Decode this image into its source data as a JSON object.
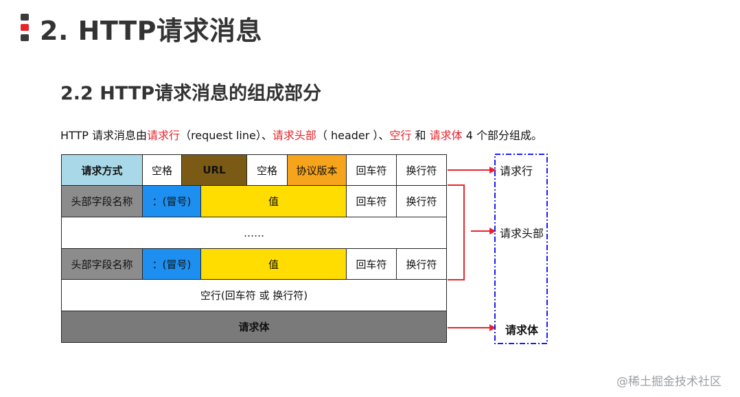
{
  "heading": "2. HTTP请求消息",
  "subheading": "2.2 HTTP请求消息的组成部分",
  "paragraph": {
    "p1": "HTTP 请求消息由",
    "r1": "请求行",
    "p2": "（request line）、",
    "r2": "请求头部",
    "p3": "（ header ）、",
    "r3": "空行",
    "p4": " 和 ",
    "r4": "请求体",
    "p5": " 4 个部分组成。"
  },
  "diagram": {
    "row1": {
      "method": "请求方式",
      "space1": "空格",
      "url": "URL",
      "space2": "空格",
      "version": "协议版本",
      "cr": "回车符",
      "lf": "换行符"
    },
    "header_row": {
      "field_name": "头部字段名称",
      "colon": "：(冒号)",
      "value": "值",
      "cr": "回车符",
      "lf": "换行符"
    },
    "ellipsis": "……",
    "blank_line": "空行(回车符 或 换行符)",
    "body": "请求体",
    "labels": {
      "request_line": "请求行",
      "request_header": "请求头部",
      "request_body": "请求体"
    },
    "colors": {
      "light_blue": "#a9d8e8",
      "brown": "#7a5a14",
      "orange": "#f6a41b",
      "blue": "#1c8ff0",
      "yellow": "#ffdd00",
      "gray": "#8c8c8c",
      "arrow_red": "#e8232a",
      "bracket_blue": "#1a1aff"
    }
  },
  "watermark": "@稀土掘金技术社区"
}
